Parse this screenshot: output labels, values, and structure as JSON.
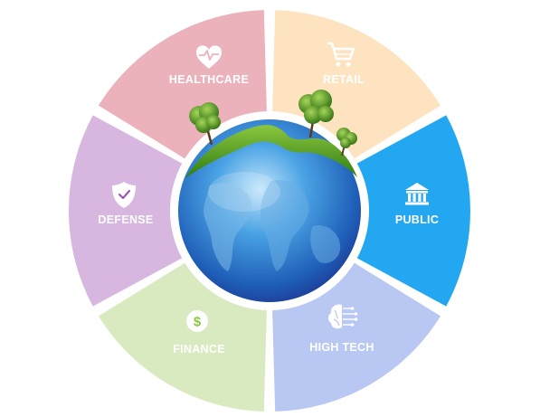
{
  "segments": [
    {
      "key": "healthcare",
      "label": "HEALTHCARE",
      "icon": "heart-pulse-icon",
      "color": "#ebb2bb"
    },
    {
      "key": "retail",
      "label": "RETAIL",
      "icon": "shopping-cart-icon",
      "color": "#fde3c0"
    },
    {
      "key": "public",
      "label": "PUBLIC",
      "icon": "government-building-icon",
      "color": "#24a7f1"
    },
    {
      "key": "hightech",
      "label": "HIGH TECH",
      "icon": "brain-circuit-icon",
      "color": "#b8c8f2"
    },
    {
      "key": "finance",
      "label": "FINANCE",
      "icon": "dollar-coin-icon",
      "color": "#d9eac0"
    },
    {
      "key": "defense",
      "label": "DEFENSE",
      "icon": "shield-check-icon",
      "color": "#d7b6e0"
    }
  ],
  "center": {
    "icon": "earth-globe-with-trees-icon"
  }
}
